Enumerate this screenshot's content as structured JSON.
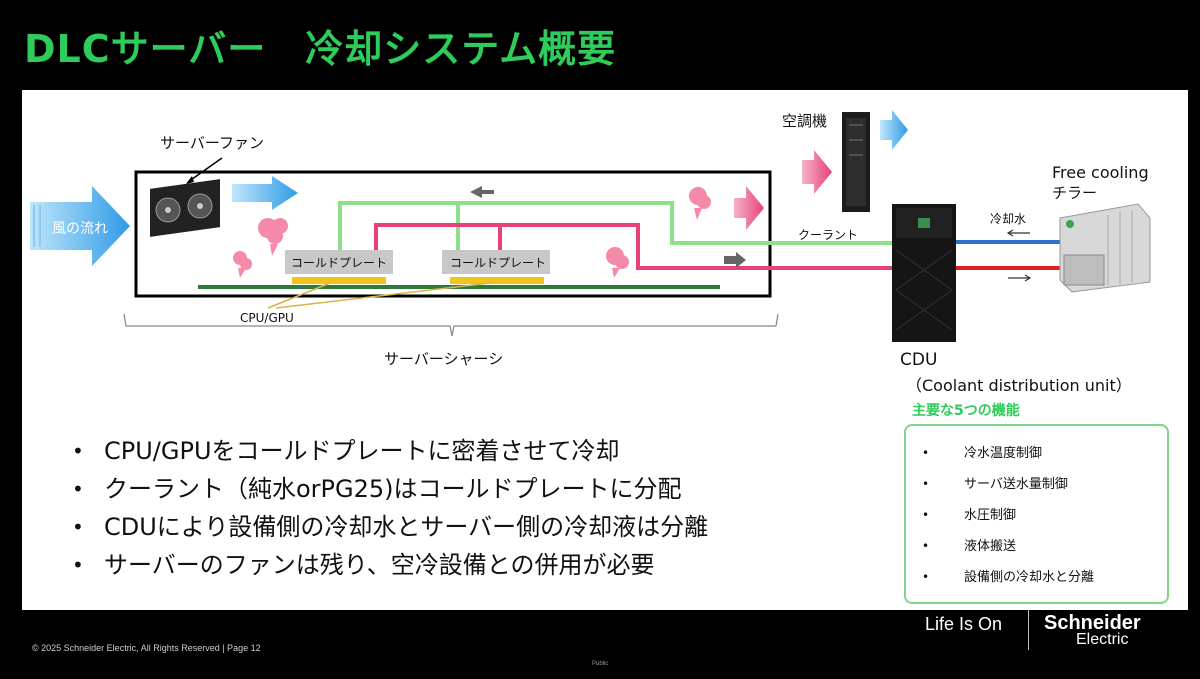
{
  "title": "DLCサーバー　冷却システム概要",
  "diagram": {
    "wind_label": "風の流れ",
    "server_fan_label": "サーバーファン",
    "cold_plate_1": "コールドプレート",
    "cold_plate_2": "コールドプレート",
    "cpu_gpu_label": "CPU/GPU",
    "chassis_label": "サーバーシャーシ",
    "aircon_label": "空調機",
    "coolant_label": "クーラント",
    "chilled_water_label": "冷却水",
    "free_cooling_label_1": "Free cooling",
    "free_cooling_label_2": "チラー",
    "cdu_label": "CDU",
    "cdu_full_label": "（Coolant distribution unit）",
    "colors": {
      "supply_line": "#8fe08a",
      "return_line": "#e8417a",
      "hot_arrow": "#e8417a",
      "air_arrow": "#3ea6e8",
      "pcb": "#2f7a3a",
      "cpu": "#f0c419",
      "cold_water": "#2f6fd0",
      "hot_water": "#e02020"
    }
  },
  "bullets": [
    "CPU/GPUをコールドプレートに密着させて冷却",
    "クーラント（純水orPG25)はコールドプレートに分配",
    "CDUにより設備側の冷却水とサーバー側の冷却液は分離",
    "サーバーのファンは残り、空冷設備との併用が必要"
  ],
  "functions": {
    "title": "主要な5つの機能",
    "items": [
      "冷水温度制御",
      "サーバ送水量制御",
      "水圧制御",
      "液体搬送",
      "設備側の冷却水と分離"
    ]
  },
  "footer": {
    "copyright": "© 2025 Schneider Electric, All Rights Reserved | Page 12",
    "public": "Public",
    "tagline": "Life Is On",
    "brand_1": "Schneider",
    "brand_2": "Electric"
  }
}
